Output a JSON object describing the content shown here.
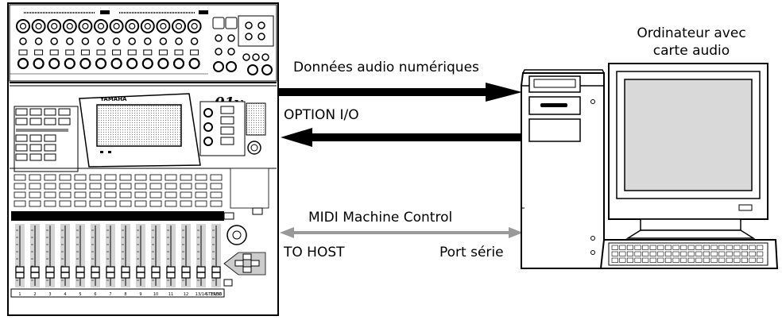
{
  "mixer": {
    "brand": "YAMAHA",
    "model": "01v",
    "channel_numbers": [
      "1",
      "2",
      "3",
      "4",
      "5",
      "6",
      "7",
      "8",
      "9",
      "10",
      "11",
      "12",
      "13/14",
      "15/16"
    ],
    "stereo_label": "STEREO"
  },
  "computer": {
    "label_line1": "Ordinateur avec",
    "label_line2": "carte audio"
  },
  "connections": {
    "digital_audio": "Données audio numériques",
    "option_io": "OPTION I/O",
    "midi_mc": "MIDI Machine Control",
    "to_host": "TO HOST",
    "port_serie": "Port série"
  },
  "colors": {
    "arrow_black": "#000000",
    "arrow_gray": "#999999",
    "panel_gray": "#d4d4d4",
    "line": "#000000"
  }
}
